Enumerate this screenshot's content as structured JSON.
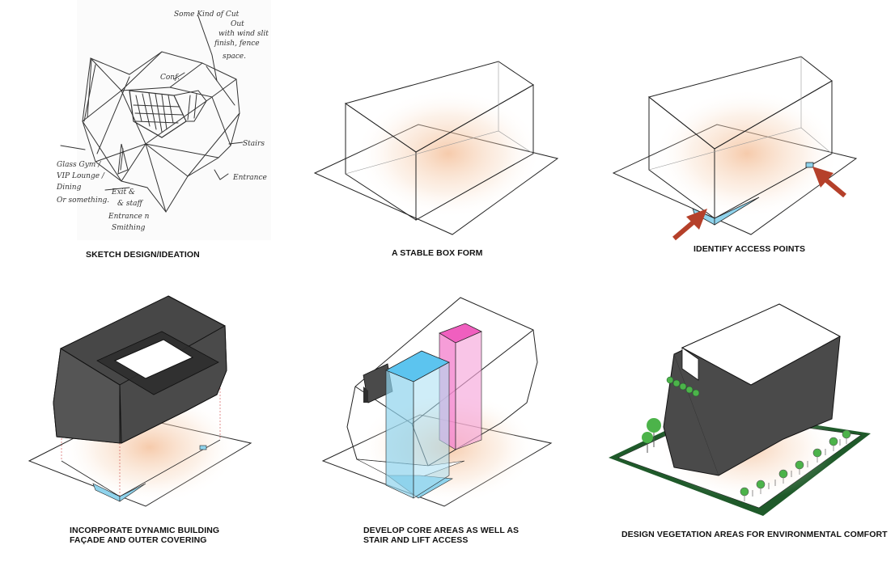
{
  "steps": [
    {
      "caption": "SKETCH DESIGN/IDEATION"
    },
    {
      "caption": "A STABLE BOX FORM"
    },
    {
      "caption": "IDENTIFY ACCESS POINTS"
    },
    {
      "caption_line1": "INCORPORATE DYNAMIC BUILDING",
      "caption_line2": "FAÇADE AND OUTER COVERING"
    },
    {
      "caption_line1": "DEVELOP CORE AREAS AS WELL AS",
      "caption_line2": "STAIR AND LIFT ACCESS"
    },
    {
      "caption": "DESIGN VEGETATION AREAS FOR ENVIRONMENTAL COMFORT"
    }
  ],
  "colors": {
    "line": "#222222",
    "glow": "#f6d2b6",
    "glass_blue": "#8fd3ec",
    "arrow_red": "#b5402a",
    "facade_dark": "#4a4a4a",
    "lift_pink": "#f05fbf",
    "core_blue": "#5cc4ef",
    "grass": "#1f5a2a",
    "tree": "#4cb34a"
  }
}
